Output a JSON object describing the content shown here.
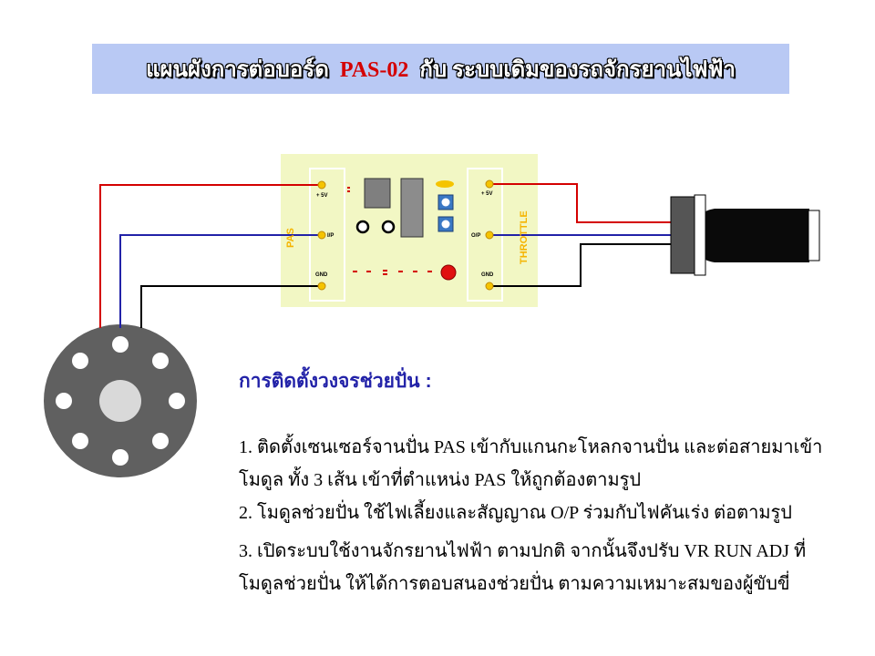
{
  "title": {
    "pre": "แผนผังการต่อบอร์ด",
    "model": "PAS-02",
    "post": "กับ ระบบเดิมของรถจักรยานไฟฟ้า"
  },
  "board": {
    "pas_label": "PAS",
    "throttle_label": "THROTTLE",
    "left_pins": [
      "+ 5V",
      "I/P",
      "GND"
    ],
    "right_pins": [
      "+ 5V",
      "O/P",
      "GND"
    ]
  },
  "instructions": {
    "heading": "การติดตั้งวงจรช่วยปั่น",
    "heading_colon": ":",
    "lines": [
      "1.  ติดตั้งเซนเซอร์จานปั่น PAS  เข้ากับแกนกะโหลกจานปั่น และต่อสายมาเข้า",
      "โมดูล ทั้ง 3 เส้น เข้าที่ตำแหน่ง PAS ให้ถูกต้องตามรูป",
      "2. โมดูลช่วยปั่น ใช้ไฟเลี้ยงและสัญญาณ O/P ร่วมกับไฟคันเร่ง ต่อตามรูป",
      "3.  เปิดระบบใช้งานจักรยานไฟฟ้า ตามปกติ จากนั้นจึงปรับ VR RUN ADJ  ที่",
      "โมดูลช่วยปั่น  ให้ได้การตอบสนองช่วยปั่น ตามความเหมาะสมของผู้ขับขี่"
    ]
  },
  "colors": {
    "title_bg": "#b9c9f4",
    "board_bg": "#f2f7c4",
    "wire_red": "#d40000",
    "wire_blue": "#2222a8",
    "wire_black": "#000000",
    "pin": "#f5c400",
    "pas_disc": "#606060",
    "heading": "#2222a8"
  },
  "icons": [
    "pas-sensor-disc",
    "throttle-grip",
    "trimpot-icon",
    "led-icon"
  ]
}
